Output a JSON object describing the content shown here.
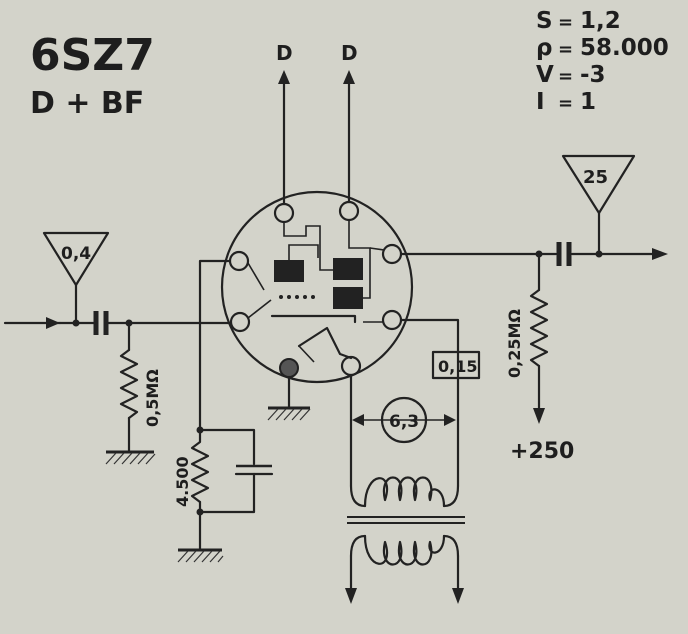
{
  "tube": {
    "name": "6SZ7",
    "function": "D + BF"
  },
  "params": [
    {
      "key": "S",
      "value": "1,2"
    },
    {
      "key": "ρ",
      "value": "58.000"
    },
    {
      "key": "V",
      "value": "-3"
    },
    {
      "key": "I",
      "value": "1"
    }
  ],
  "anodes": {
    "left": "D",
    "right": "D"
  },
  "input_level": "0,4",
  "output_level": "25",
  "heater_voltage": "6,3",
  "heater_current": "0,15",
  "grid_resistor": "0,5MΩ",
  "cathode_resistor": "4.500",
  "plate_resistor": "0,25MΩ",
  "supply": "+250"
}
